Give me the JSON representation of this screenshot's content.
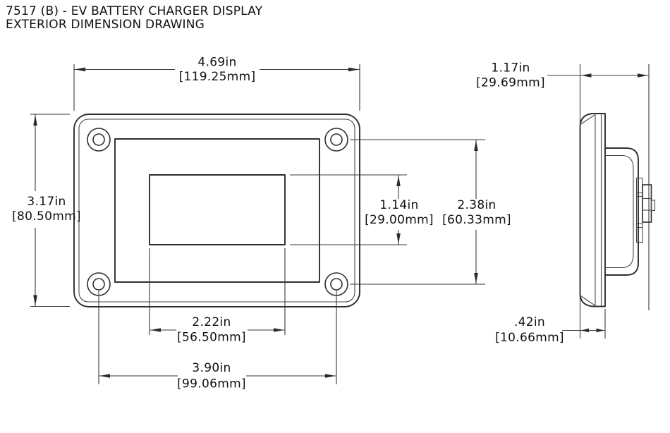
{
  "title": {
    "line1": "7517 (B) - EV BATTERY CHARGER DISPLAY",
    "line2": "EXTERIOR DIMENSION DRAWING"
  },
  "dimensions": {
    "overall_width": {
      "inches": "4.69in",
      "mm": "[119.25mm]"
    },
    "overall_height": {
      "inches": "3.17in",
      "mm": "[80.50mm]"
    },
    "window_height": {
      "inches": "1.14in",
      "mm": "[29.00mm]"
    },
    "hole_spacing_vertical": {
      "inches": "2.38in",
      "mm": "[60.33mm]"
    },
    "window_width": {
      "inches": "2.22in",
      "mm": "[56.50mm]"
    },
    "hole_spacing_horizontal": {
      "inches": "3.90in",
      "mm": "[99.06mm]"
    },
    "overall_depth": {
      "inches": "1.17in",
      "mm": "[29.69mm]"
    },
    "flange_depth": {
      "inches": ".42in",
      "mm": "[10.66mm]"
    }
  },
  "colors": {
    "background": "#ffffff",
    "part_line": "#2e2e2e",
    "dimension_line": "#3a3a3a",
    "text": "#111111"
  }
}
